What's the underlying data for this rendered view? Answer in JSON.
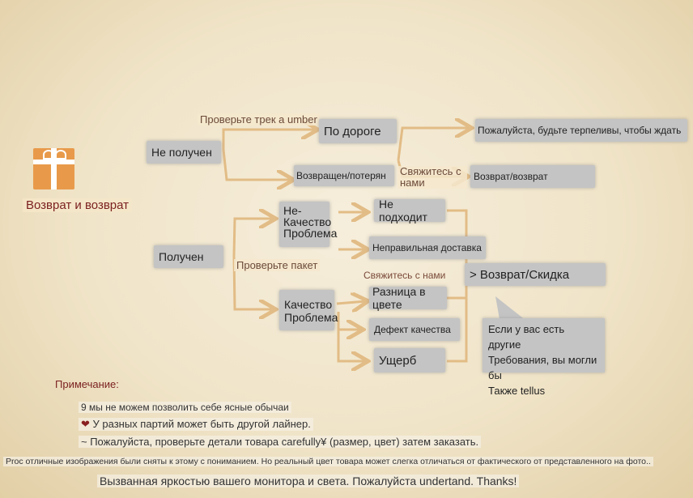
{
  "title": "Возврат и возврат",
  "nodes": {
    "not_received": "Не получен",
    "received": "Получен",
    "on_the_way": "По дороге",
    "returned_lost": "Возвращен/потерян",
    "be_patient": "Пожалуйста, будьте терпеливы, чтобы ждать",
    "return_refund": "Возврат/возврат",
    "non_quality_line1": "Не-",
    "non_quality_line2": "Качество",
    "non_quality_line3": "Проблема",
    "quality_line1": "Качество",
    "quality_line2": "Проблема",
    "not_fit": "Не подходит",
    "wrong_delivery": "Неправильная доставка",
    "color_diff": "Разница в цвете",
    "quality_defect": "Дефект качества",
    "damage": "Ущерб",
    "return_discount": "> Возврат/Скидка",
    "other_requests_1": "Если у вас есть другие",
    "other_requests_2": "Требования, вы могли бы",
    "other_requests_3": "Также tellus"
  },
  "labels": {
    "check_tracking": "Проверьте трек а umber",
    "contact_us_1": "Свяжитесь с нами",
    "check_package": "Проверьте пакет",
    "contact_us_2": "Свяжитесь с нами"
  },
  "notes": {
    "heading": "Примечание:",
    "line1": "9 мы не можем позволить себе ясные обычаи",
    "line2": "У разных партий может быть другой лайнер.",
    "line3": "~ Пожалуйста, проверьте детали товара carefully¥ (размер, цвет) затем заказать.",
    "line4": "Proc отличные изображения были сняты к этому с пониманием. Но реальный цвет товара может слегка отличаться от фактического от представленного на фото..",
    "line5": "Вызванная яркостью вашего монитора и света. Пожалуйста undertand. Thanks!"
  },
  "icons": {
    "gift": "gift-box-icon",
    "heart": "heart-icon"
  },
  "colors": {
    "arrow": "#e2bc86",
    "box": "#c4c4c4",
    "gift": "#e89a4a",
    "title": "#7a1f1f"
  }
}
